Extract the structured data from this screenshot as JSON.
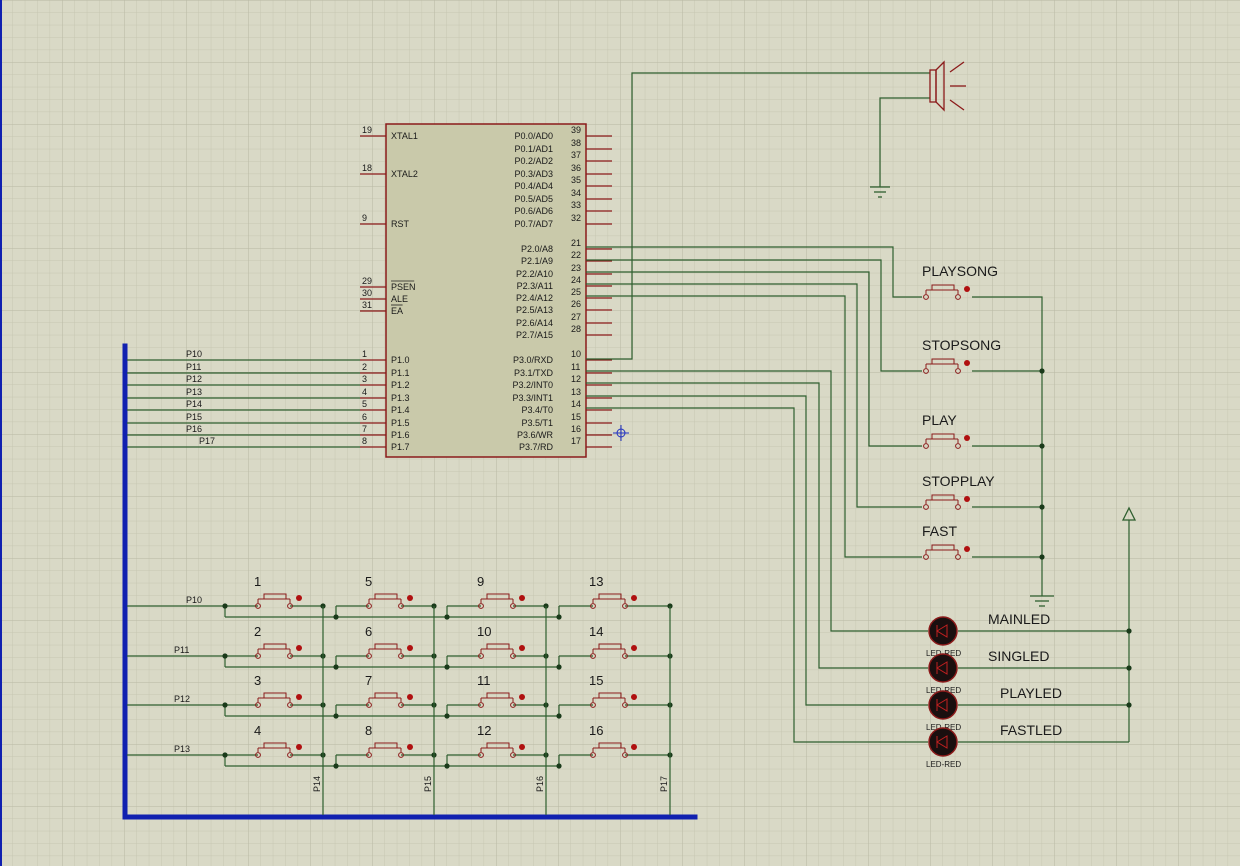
{
  "mcu": {
    "left_pins": [
      {
        "num": "19",
        "name": "XTAL1"
      },
      {
        "num": "18",
        "name": "XTAL2"
      },
      {
        "num": "9",
        "name": "RST"
      },
      {
        "num": "29",
        "name": "PSEN"
      },
      {
        "num": "30",
        "name": "ALE"
      },
      {
        "num": "31",
        "name": "EA"
      },
      {
        "num": "1",
        "name": "P1.0"
      },
      {
        "num": "2",
        "name": "P1.1"
      },
      {
        "num": "3",
        "name": "P1.2"
      },
      {
        "num": "4",
        "name": "P1.3"
      },
      {
        "num": "5",
        "name": "P1.4"
      },
      {
        "num": "6",
        "name": "P1.5"
      },
      {
        "num": "7",
        "name": "P1.6"
      },
      {
        "num": "8",
        "name": "P1.7"
      }
    ],
    "right_pins": [
      {
        "num": "39",
        "name": "P0.0/AD0"
      },
      {
        "num": "38",
        "name": "P0.1/AD1"
      },
      {
        "num": "37",
        "name": "P0.2/AD2"
      },
      {
        "num": "36",
        "name": "P0.3/AD3"
      },
      {
        "num": "35",
        "name": "P0.4/AD4"
      },
      {
        "num": "34",
        "name": "P0.5/AD5"
      },
      {
        "num": "33",
        "name": "P0.6/AD6"
      },
      {
        "num": "32",
        "name": "P0.7/AD7"
      },
      {
        "num": "21",
        "name": "P2.0/A8"
      },
      {
        "num": "22",
        "name": "P2.1/A9"
      },
      {
        "num": "23",
        "name": "P2.2/A10"
      },
      {
        "num": "24",
        "name": "P2.3/A11"
      },
      {
        "num": "25",
        "name": "P2.4/A12"
      },
      {
        "num": "26",
        "name": "P2.5/A13"
      },
      {
        "num": "27",
        "name": "P2.6/A14"
      },
      {
        "num": "28",
        "name": "P2.7/A15"
      },
      {
        "num": "10",
        "name": "P3.0/RXD"
      },
      {
        "num": "11",
        "name": "P3.1/TXD"
      },
      {
        "num": "12",
        "name": "P3.2/INT0"
      },
      {
        "num": "13",
        "name": "P3.3/INT1"
      },
      {
        "num": "14",
        "name": "P3.4/T0"
      },
      {
        "num": "15",
        "name": "P3.5/T1"
      },
      {
        "num": "16",
        "name": "P3.6/WR"
      },
      {
        "num": "17",
        "name": "P3.7/RD"
      }
    ]
  },
  "p1_net_labels": [
    "P10",
    "P11",
    "P12",
    "P13",
    "P14",
    "P15",
    "P16",
    "P17"
  ],
  "control_buttons": [
    "PLAYSONG",
    "STOPSONG",
    "PLAY",
    "STOPPLAY",
    "FAST"
  ],
  "leds": [
    {
      "label": "MAINLED",
      "part": "LED-RED"
    },
    {
      "label": "SINGLED",
      "part": "LED-RED"
    },
    {
      "label": "PLAYLED",
      "part": "LED-RED"
    },
    {
      "label": "FASTLED",
      "part": "LED-RED"
    }
  ],
  "keypad": {
    "row_labels": [
      "P10",
      "P11",
      "P12",
      "P13"
    ],
    "col_labels": [
      "P14",
      "P15",
      "P16",
      "P17"
    ],
    "keys": [
      [
        "1",
        "5",
        "9",
        "13"
      ],
      [
        "2",
        "6",
        "10",
        "14"
      ],
      [
        "3",
        "7",
        "11",
        "15"
      ],
      [
        "4",
        "8",
        "12",
        "16"
      ]
    ]
  },
  "colors": {
    "background": "#d9d9c6",
    "grid_minor": "#c9c9b5",
    "grid_major": "#b9b9a4",
    "wire": "#2f5f2f",
    "component": "#8b1a1a",
    "ic_body": "#c9c9aa",
    "bus": "#1020b0",
    "led_body": "#1a0f0f",
    "junction": "#1a3a1a",
    "pin": "#8b1a1a"
  }
}
